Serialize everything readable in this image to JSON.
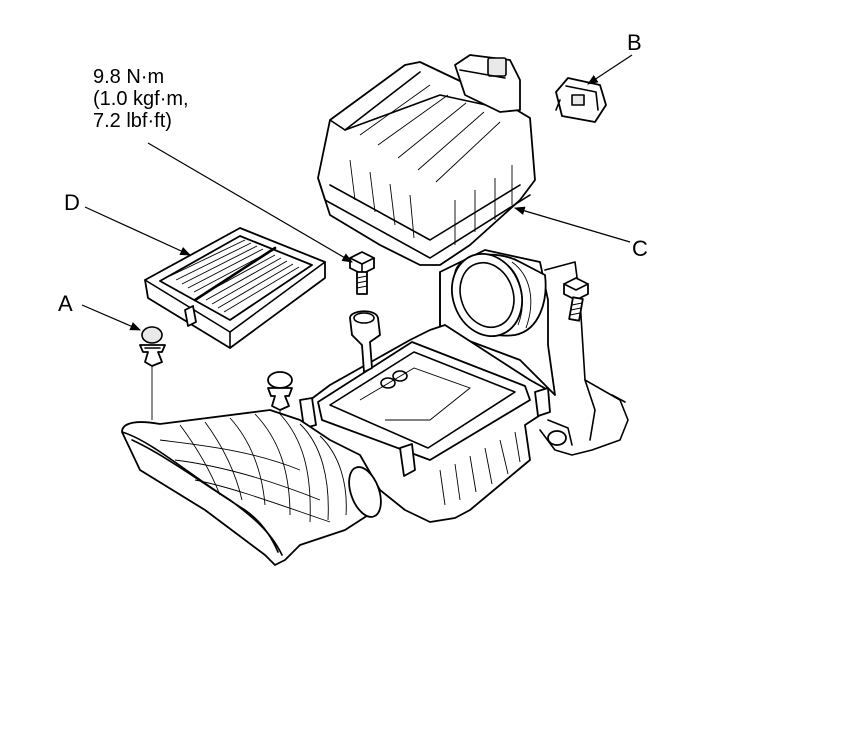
{
  "torque_spec": {
    "line1": "9.8 N·m",
    "line2": "(1.0 kgf·m,",
    "line3": "7.2 lbf·ft)"
  },
  "callouts": {
    "a": "A",
    "b": "B",
    "c": "C",
    "d": "D"
  }
}
